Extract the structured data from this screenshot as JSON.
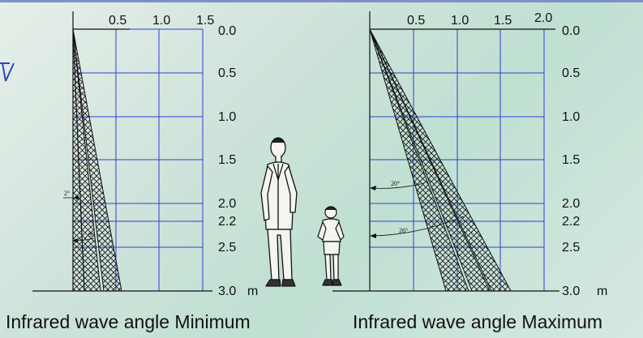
{
  "captions": {
    "left": "Infrared wave angle Minimum",
    "right": "Infrared wave angle Maximum"
  },
  "unit_label": "m",
  "left_chart": {
    "distance_ticks": [
      "0.5",
      "1.0",
      "1.5"
    ],
    "height_ticks": [
      "0.0",
      "0.5",
      "1.0",
      "1.5",
      "2.0",
      "2.2",
      "2.5",
      "3.0"
    ],
    "angle_labels": [
      "2°",
      "9°"
    ]
  },
  "right_chart": {
    "distance_ticks": [
      "0.5",
      "1.0",
      "1.5",
      "2.0"
    ],
    "height_ticks": [
      "0.0",
      "0.5",
      "1.0",
      "1.5",
      "2.0",
      "2.2",
      "2.5",
      "3.0"
    ],
    "angle_labels": [
      "20°",
      "26°"
    ]
  },
  "colors": {
    "grid": "#2f3fd0",
    "ink": "#111111",
    "background": "#cfe3da",
    "top_border": "#7d90c8"
  }
}
